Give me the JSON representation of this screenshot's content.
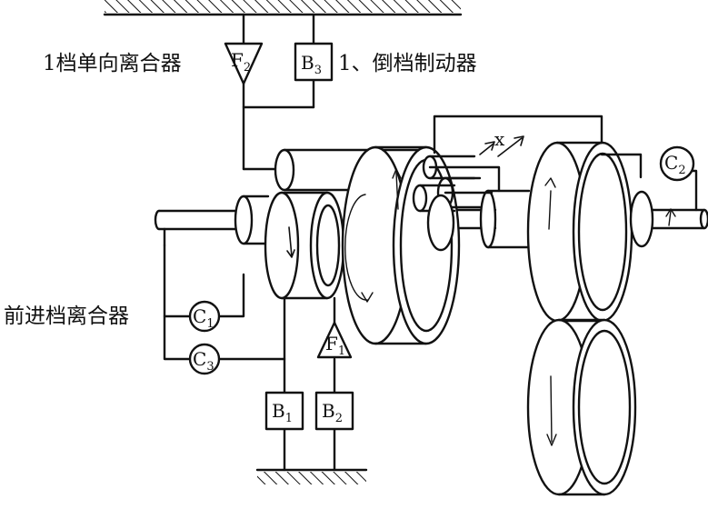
{
  "labels": {
    "first_gear_one_way_clutch": "1档单向离合器",
    "first_reverse_brake": "1、倒档制动器",
    "forward_clutch": "前进档离合器",
    "x_mark": "x"
  },
  "components": {
    "f2": {
      "letter": "F",
      "sub": "2"
    },
    "b3": {
      "letter": "B",
      "sub": "3"
    },
    "c1": {
      "letter": "C",
      "sub": "1"
    },
    "c3": {
      "letter": "C",
      "sub": "3"
    },
    "f1": {
      "letter": "F",
      "sub": "1"
    },
    "b1": {
      "letter": "B",
      "sub": "1"
    },
    "b2": {
      "letter": "B",
      "sub": "2"
    },
    "c2": {
      "letter": "C",
      "sub": "2"
    }
  },
  "colors": {
    "line": "#111111",
    "background": "#ffffff"
  }
}
